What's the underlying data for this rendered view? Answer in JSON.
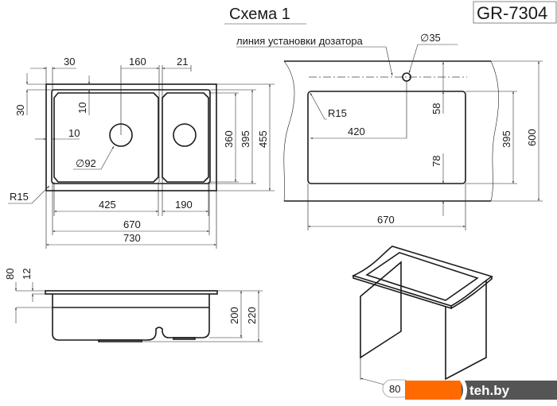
{
  "title": "Схема 1",
  "model": "GR-7304",
  "plan_view": {
    "dims": {
      "top_left": "30",
      "top_mid": "160",
      "top_right": "21",
      "left": "30",
      "wall_v": "10",
      "wall_h": "10",
      "drain": "∅92",
      "radius": "R15",
      "h_bowl": "360",
      "h_inner": "395",
      "h_outer": "455",
      "w_left_bowl": "425",
      "w_right_bowl": "190",
      "w_inner": "670",
      "w_outer": "730"
    }
  },
  "cutout_view": {
    "dispenser_label": "линия установки дозатора",
    "dispenser_hole": "∅35",
    "dims": {
      "radius": "R15",
      "offset": "420",
      "top": "58",
      "bottom": "78",
      "height": "395",
      "counter": "600",
      "width": "670"
    }
  },
  "side_view": {
    "dims": {
      "rim_total": "80",
      "rim": "12",
      "depth": "200",
      "total": "220"
    }
  },
  "iso_view": {
    "dims": {
      "side": "80"
    }
  },
  "watermark": {
    "text": "teh.by",
    "accent": "#ff6a00",
    "bg": "#555555"
  }
}
